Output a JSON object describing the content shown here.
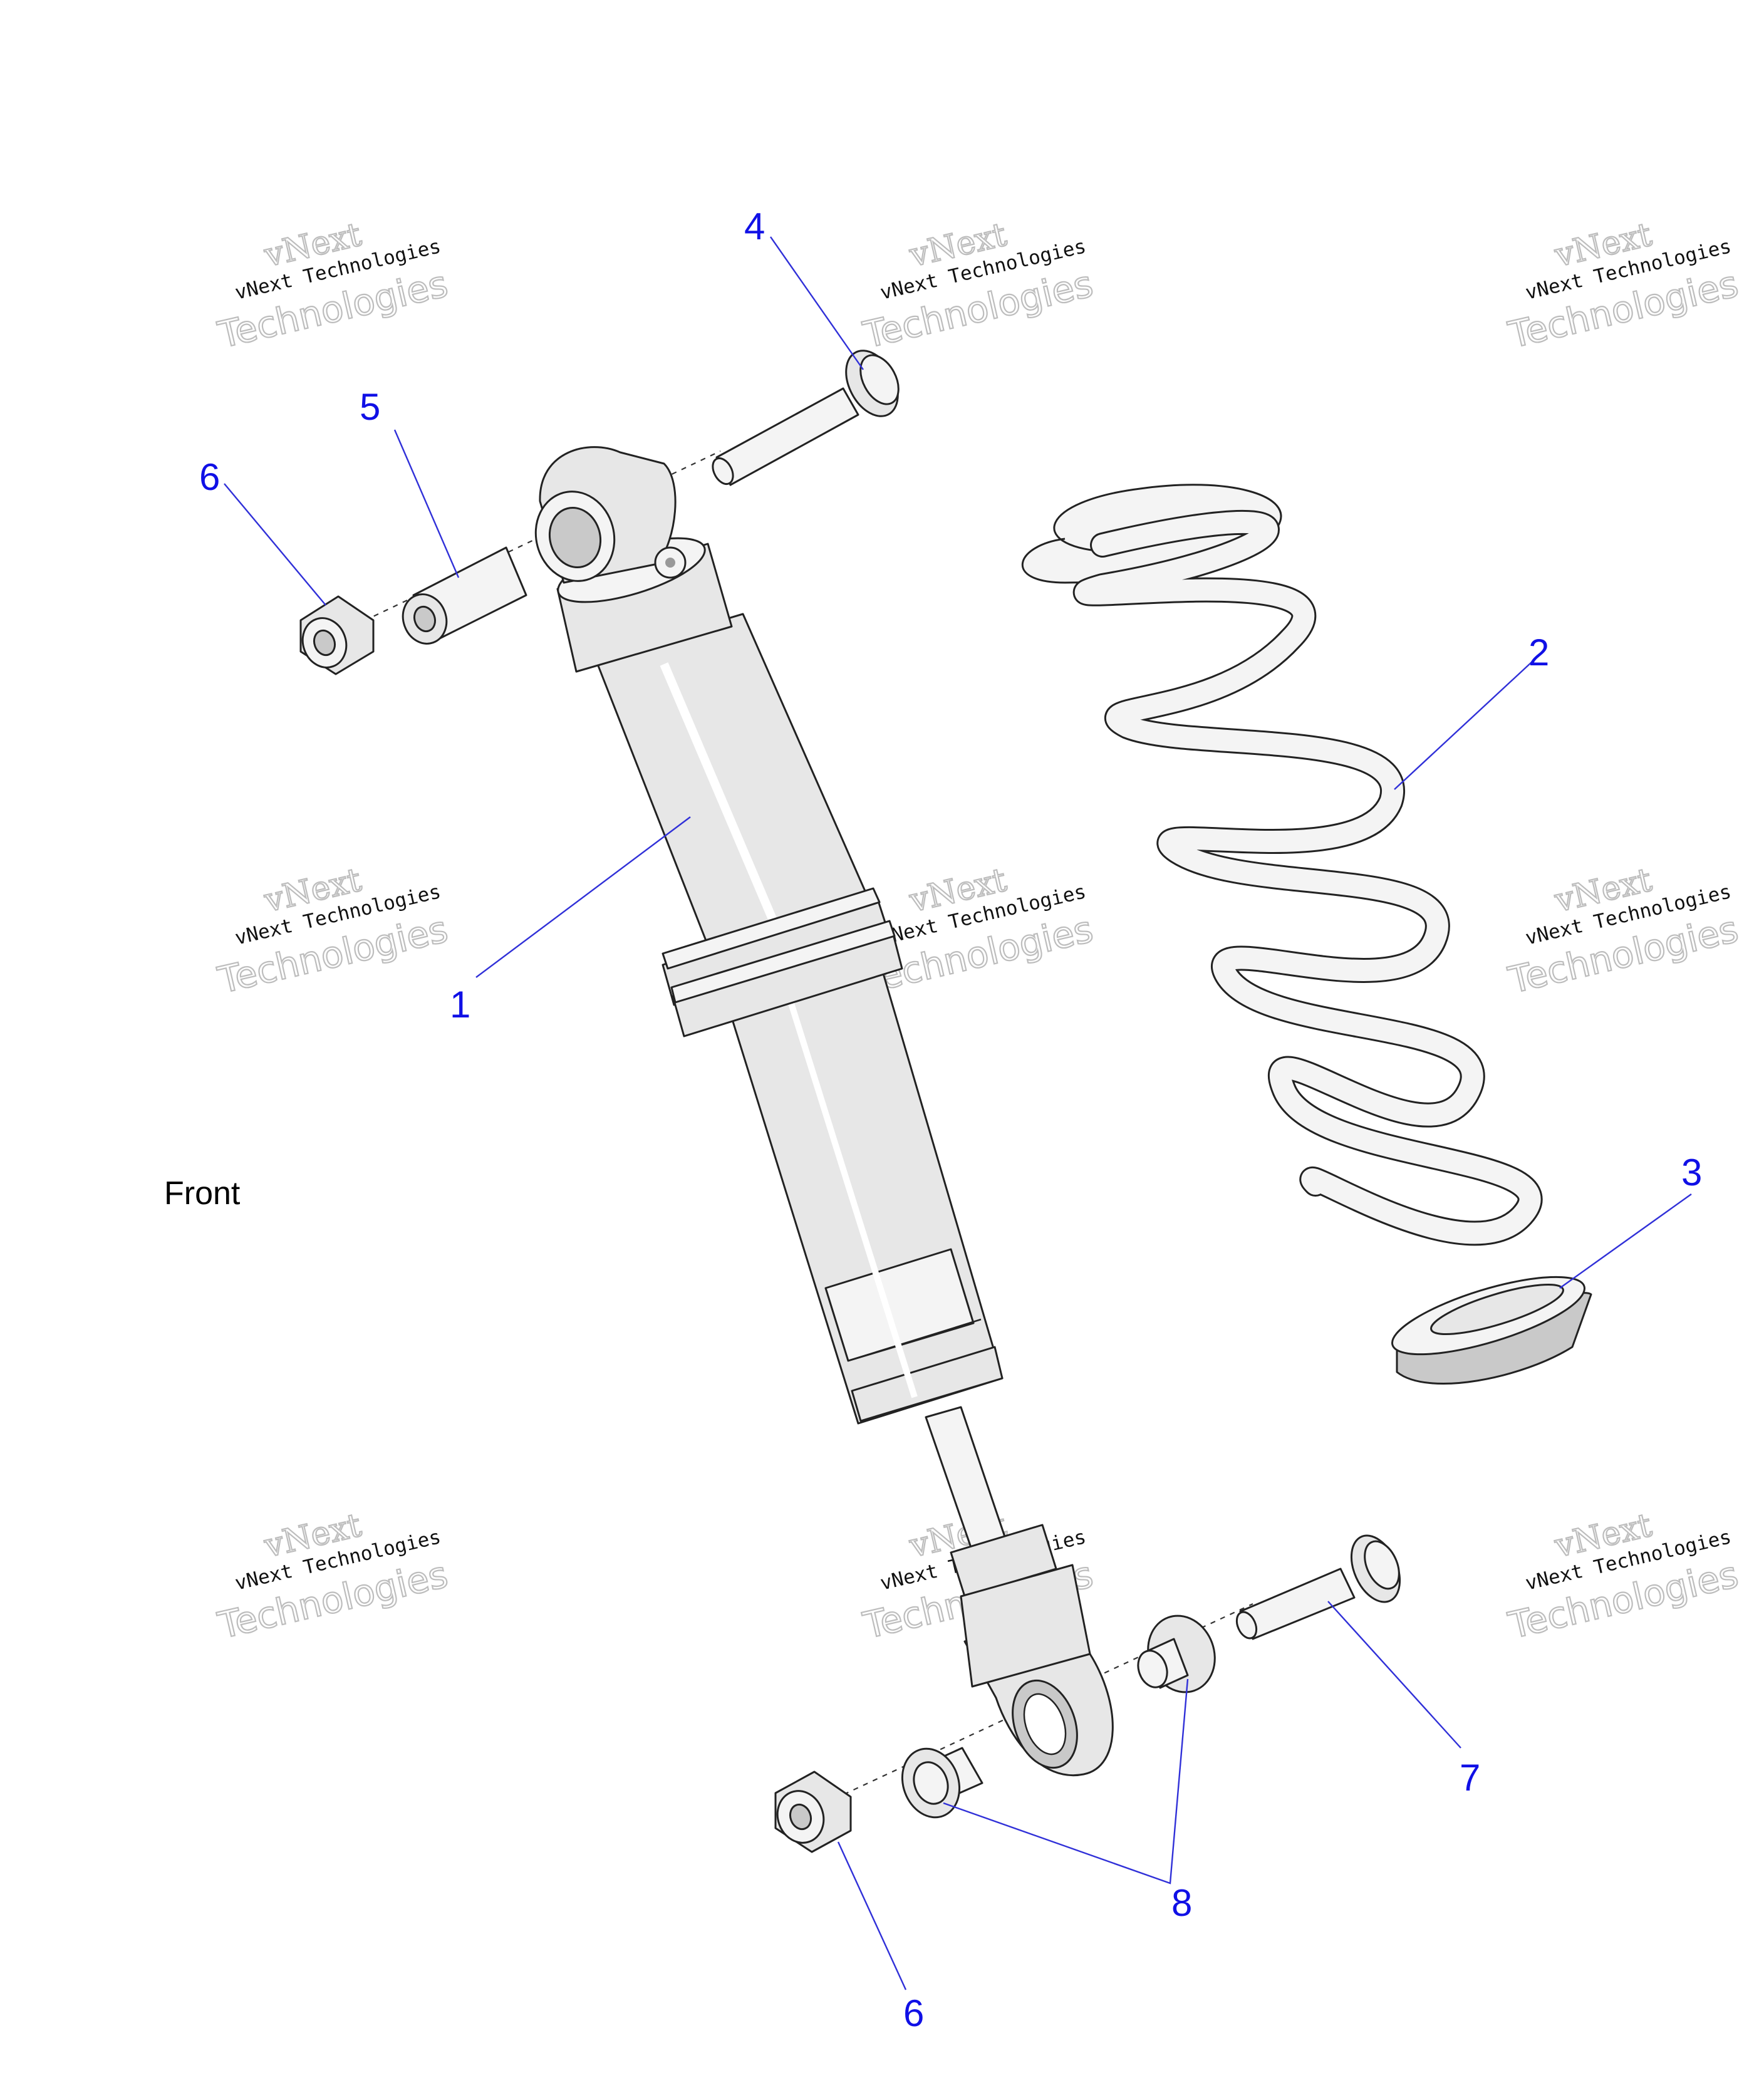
{
  "diagram": {
    "orientation_label": "Front",
    "watermark": {
      "brand_top": "vNext",
      "brand_full": "vNext Technologies",
      "brand_bottom": "Technologies"
    },
    "callouts": [
      {
        "id": "c1",
        "number": "1",
        "part": "shock-absorber"
      },
      {
        "id": "c2",
        "number": "2",
        "part": "coil-spring"
      },
      {
        "id": "c3",
        "number": "3",
        "part": "spring-retainer"
      },
      {
        "id": "c4",
        "number": "4",
        "part": "upper-bolt"
      },
      {
        "id": "c5",
        "number": "5",
        "part": "upper-spacer"
      },
      {
        "id": "c6a",
        "number": "6",
        "part": "upper-nut"
      },
      {
        "id": "c6b",
        "number": "6",
        "part": "lower-nut"
      },
      {
        "id": "c7",
        "number": "7",
        "part": "lower-bolt"
      },
      {
        "id": "c8",
        "number": "8",
        "part": "lower-bushings"
      }
    ]
  },
  "colors": {
    "callout_text": "#1010e6",
    "leader_line": "#3030d8",
    "part_fill": "#e7e7e7",
    "outline": "#222222",
    "watermark_outline": "#bdbdbd"
  }
}
